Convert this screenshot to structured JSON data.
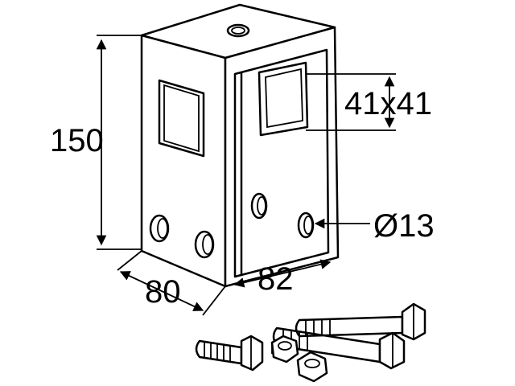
{
  "dimensions": {
    "height": "150",
    "width_front": "80",
    "width_side": "82",
    "slot": "41x41",
    "hole": "Ø13"
  }
}
